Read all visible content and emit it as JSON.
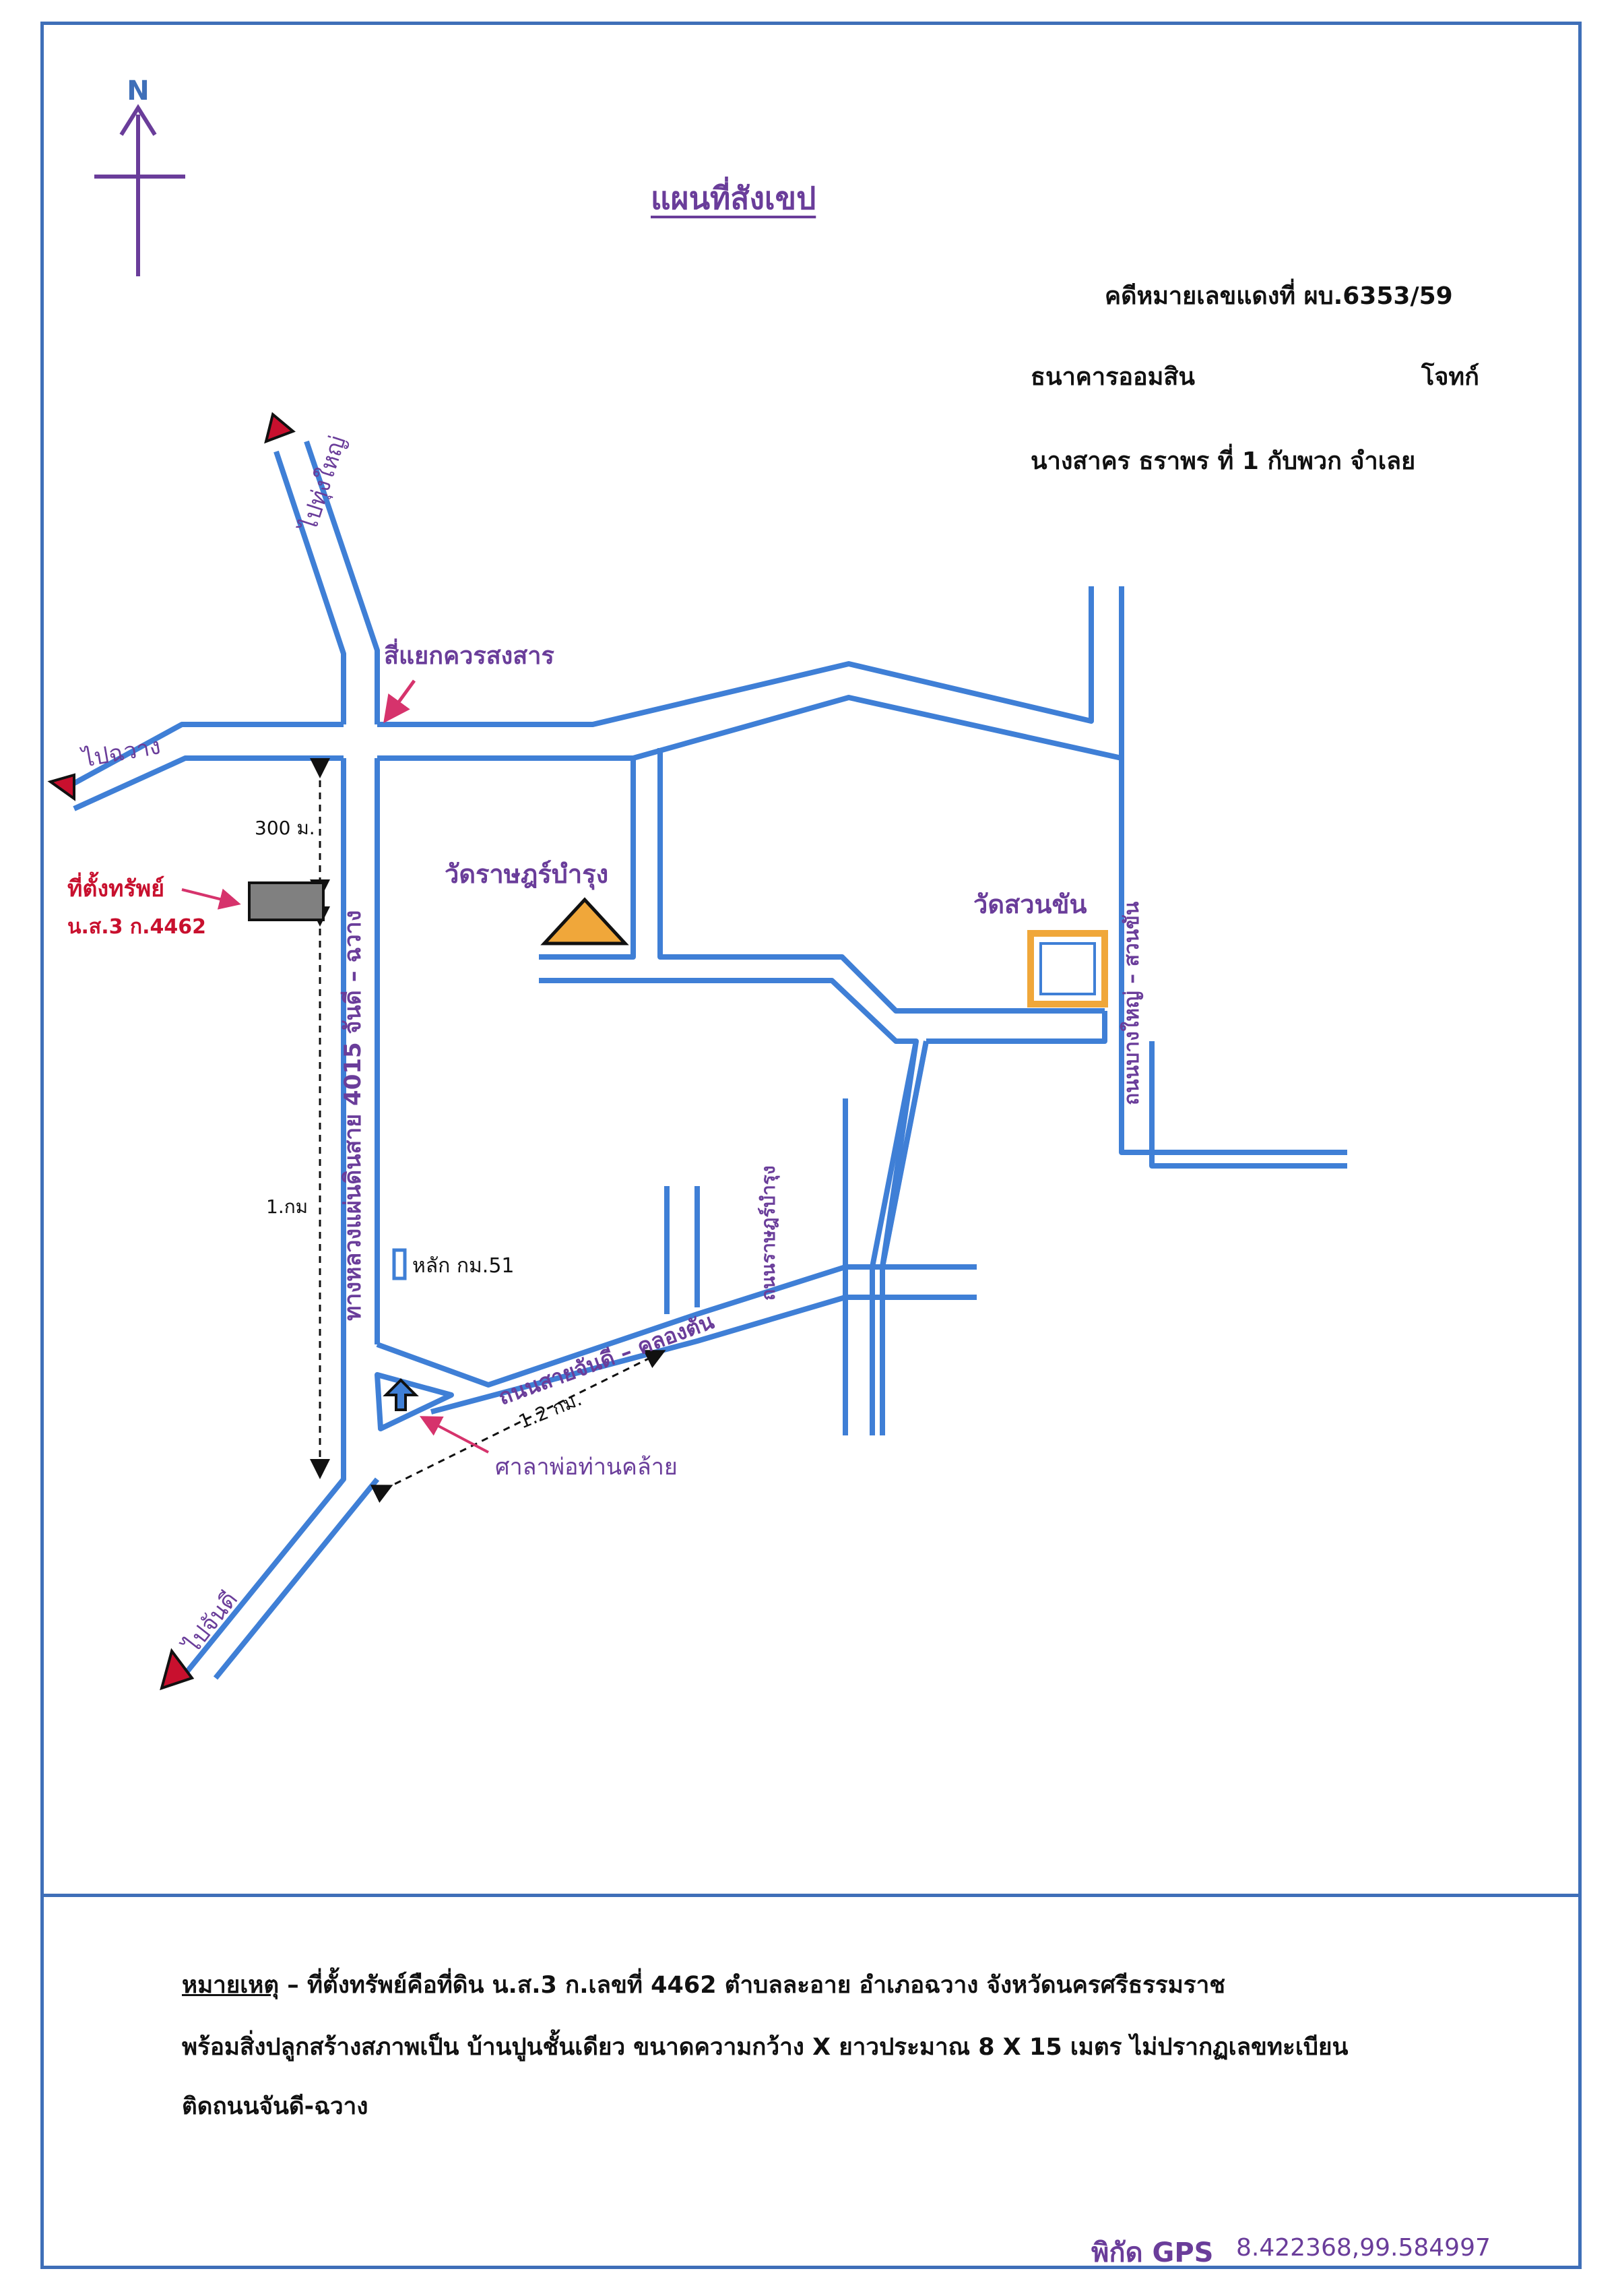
{
  "title": "แผนที่สังเขป",
  "compass": {
    "letter": "N"
  },
  "case": {
    "number": "คดีหมายเลขแดงที่ ผบ.6353/59",
    "plaintiff_name": "ธนาคารออมสิน",
    "plaintiff_role": "โจทก์",
    "defendant": "นางสาคร  ธราพร  ที่ 1 กับพวก  จำเลย"
  },
  "map": {
    "direction_labels": {
      "to_north_road": "ไปทุ่งใหญ่",
      "to_west": "ไปฉวาง",
      "to_southwest": "ไปจันดี"
    },
    "intersection": "สี่แยกควรสงสาร",
    "distance_300m": "300 ม.",
    "distance_1km": "1.กม",
    "distance_1_2km": "1.2 กม.",
    "property_label": "ที่ตั้งทรัพย์",
    "property_deed": "น.ส.3 ก.4462",
    "temple_1": "วัดราษฎร์บำรุง",
    "temple_2": "วัดสวนขัน",
    "highway": "ทางหลวงแผ่นดินสาย 4015  จันดี – ฉวาง",
    "road_east": "ถนนบางใหญ่ – สวนขัน",
    "road_small": "ถนนราษฎร์บำรุง",
    "road_south": "ถนนสายจันดี – คลองตัน",
    "km_post": "หลัก กม.51",
    "shrine": "ศาลาพ่อท่านคล้าย"
  },
  "colors": {
    "road": "#3f7fd6",
    "direction_arrow": "#c8102e",
    "pointer": "#d6336c",
    "temple_1": "#f0a73a",
    "temple_2": "#f0a73a",
    "property": "#808080",
    "label": "#6a3d9a"
  },
  "note": {
    "label": "หมายเหตุ",
    "line1": " – ที่ตั้งทรัพย์คือที่ดิน น.ส.3 ก.เลขที่  4462    ตำบลละอาย  อำเภอฉวาง  จังหวัดนครศรีธรรมราช",
    "line2": "พร้อมสิ่งปลูกสร้างสภาพเป็น บ้านปูนชั้นเดียว ขนาดความกว้าง X ยาวประมาณ 8 X 15 เมตร  ไม่ปรากฏเลขทะเบียน",
    "line3": "ติดถนนจันดี-ฉวาง"
  },
  "gps": {
    "label": "พิกัด GPS",
    "value": "8.422368,99.584997"
  }
}
